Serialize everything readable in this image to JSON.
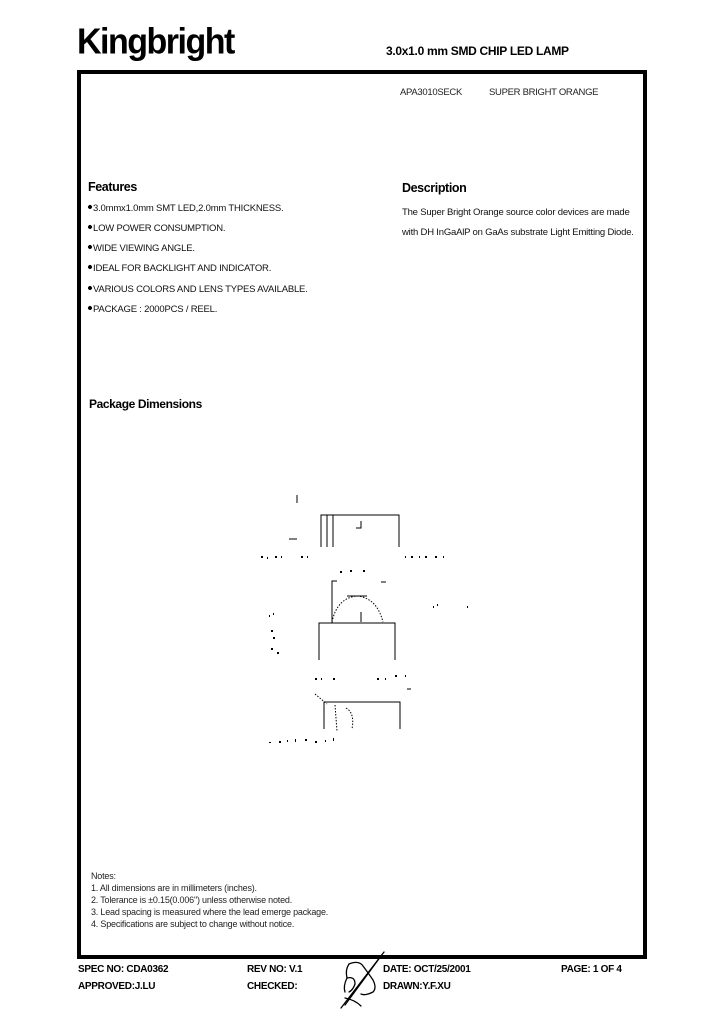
{
  "header": {
    "brand": "Kingbright",
    "title": "3.0x1.0 mm SMD CHIP LED LAMP"
  },
  "part": {
    "number": "APA3010SECK",
    "description": "SUPER BRIGHT ORANGE"
  },
  "features": {
    "heading": "Features",
    "items": [
      "3.0mmx1.0mm SMT LED,2.0mm THICKNESS.",
      "LOW  POWER  CONSUMPTION.",
      "WIDE  VIEWING  ANGLE.",
      "IDEAL  FOR  BACKLIGHT  AND INDICATOR.",
      "VARIOUS  COLORS  AND  LENS  TYPES  AVAILABLE.",
      "PACKAGE : 2000PCS / REEL."
    ]
  },
  "description": {
    "heading": "Description",
    "text": "The Super Bright Orange source color devices are made with DH InGaAlP on GaAs substrate Light Emitting Diode."
  },
  "package_dimensions": {
    "heading": "Package Dimensions"
  },
  "notes": {
    "heading": "Notes:",
    "items": [
      "1. All dimensions are in millimeters (inches).",
      "2. Tolerance is ±0.15(0.006\") unless otherwise noted.",
      "3. Lead spacing is measured where the lead emerge package.",
      "4. Specifications are subject to change without notice."
    ]
  },
  "footer": {
    "spec_no": "SPEC NO:  CDA0362",
    "approved": "APPROVED:J.LU",
    "rev_no": "REV NO: V.1",
    "checked": "CHECKED:",
    "date": "DATE: OCT/25/2001",
    "drawn": "DRAWN:Y.F.XU",
    "page": "PAGE:  1 OF 4"
  },
  "icons": {
    "signature": "hand-pen-signature-icon"
  }
}
